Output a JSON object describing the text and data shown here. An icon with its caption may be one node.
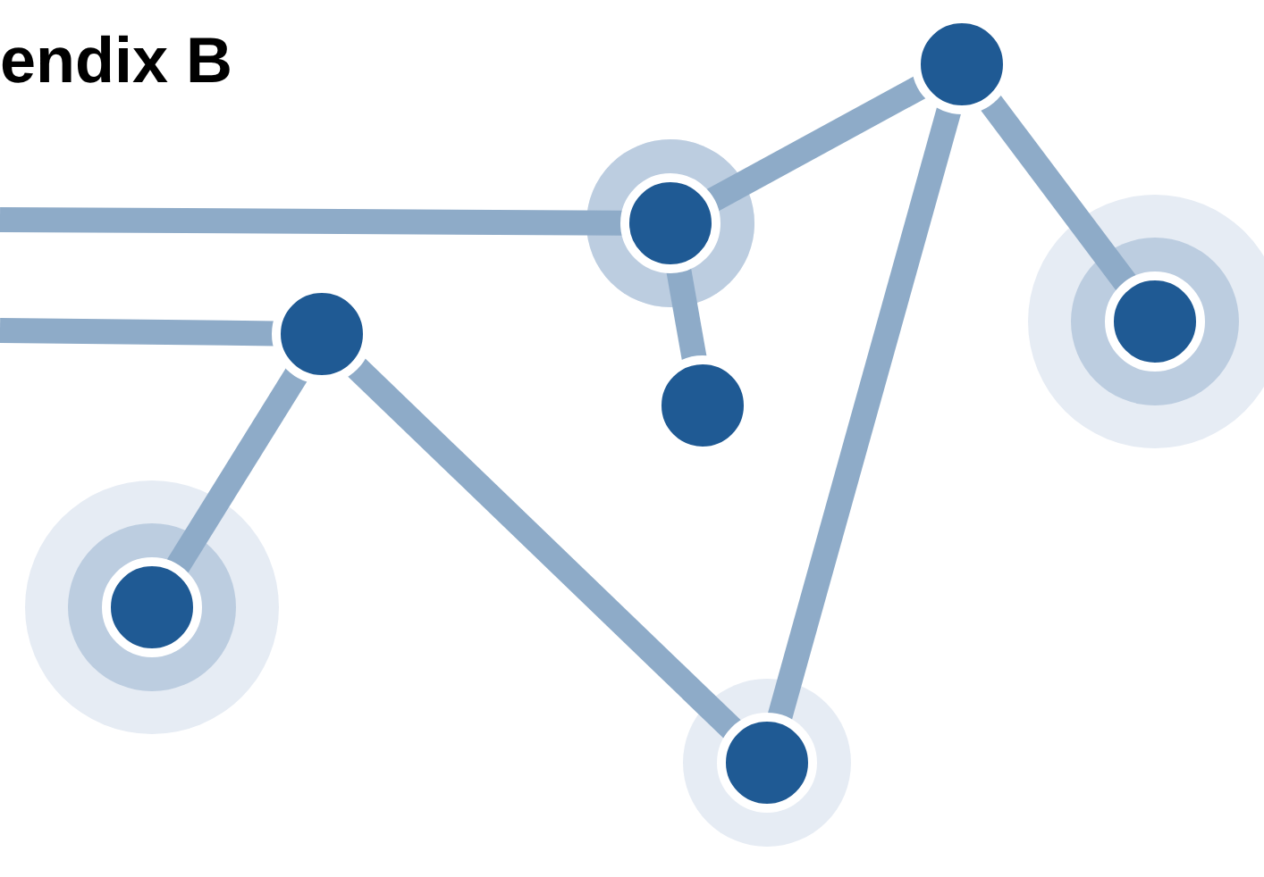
{
  "diagram": {
    "title": "endix B",
    "nodes": [
      {
        "text": [],
        "shape": "circle"
      },
      {
        "text": [],
        "shape": "circle"
      },
      {
        "text": [],
        "shape": "circle"
      },
      {
        "text": [],
        "shape": "circle"
      },
      {
        "text": [],
        "shape": "circle"
      },
      {
        "text": [],
        "shape": "circle"
      },
      {
        "text": [],
        "shape": "circle"
      }
    ],
    "edges": [
      {
        "from": null,
        "to": 1,
        "arrow": "none"
      },
      {
        "from": null,
        "to": 3,
        "arrow": "none"
      },
      {
        "from": 3,
        "to": 5,
        "arrow": "none"
      },
      {
        "from": 3,
        "to": 6,
        "arrow": "none"
      },
      {
        "from": 6,
        "to": 0,
        "arrow": "none"
      },
      {
        "from": 0,
        "to": 1,
        "arrow": "none"
      },
      {
        "from": 1,
        "to": 4,
        "arrow": "none"
      },
      {
        "from": 0,
        "to": 2,
        "arrow": "none"
      }
    ]
  }
}
